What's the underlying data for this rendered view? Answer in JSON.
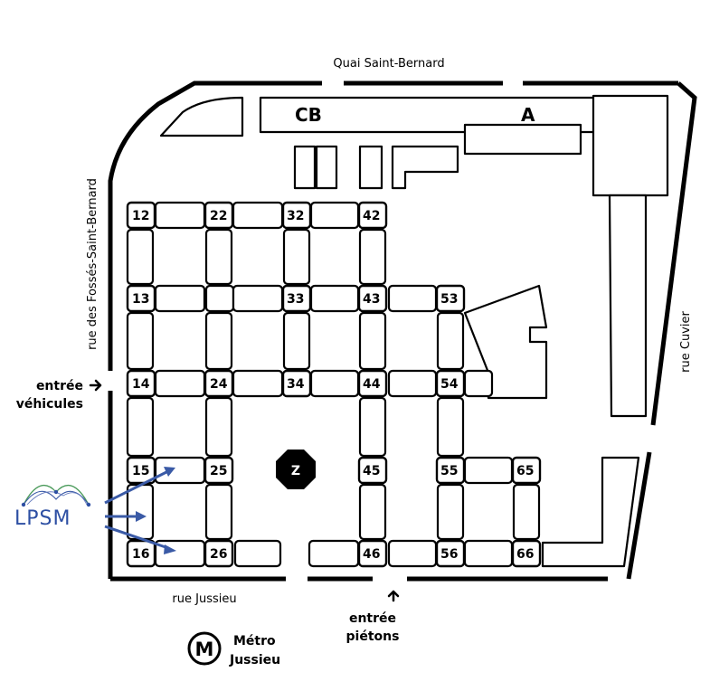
{
  "streets": {
    "north": "Quai Saint-Bernard",
    "west": "rue des Fossés-Saint-Bernard",
    "east": "rue Cuvier",
    "south": "rue Jussieu"
  },
  "buildings": {
    "cb": "CB",
    "a": "A",
    "z": "Z"
  },
  "towers": [
    "12",
    "22",
    "32",
    "42",
    "13",
    "33",
    "43",
    "53",
    "14",
    "24",
    "34",
    "44",
    "54",
    "15",
    "25",
    "45",
    "55",
    "65",
    "16",
    "26",
    "46",
    "56",
    "66"
  ],
  "entrances": {
    "vehicles_line1": "entrée",
    "vehicles_line2": "véhicules",
    "pedestrians_line1": "entrée",
    "pedestrians_line2": "piétons"
  },
  "metro": {
    "symbol": "M",
    "line1": "Métro",
    "line2": "Jussieu"
  },
  "lab": {
    "name": "LPSM"
  },
  "colors": {
    "ink": "#000000",
    "lab_blue": "#2d4fa3",
    "lab_green": "#4a9a5a"
  }
}
